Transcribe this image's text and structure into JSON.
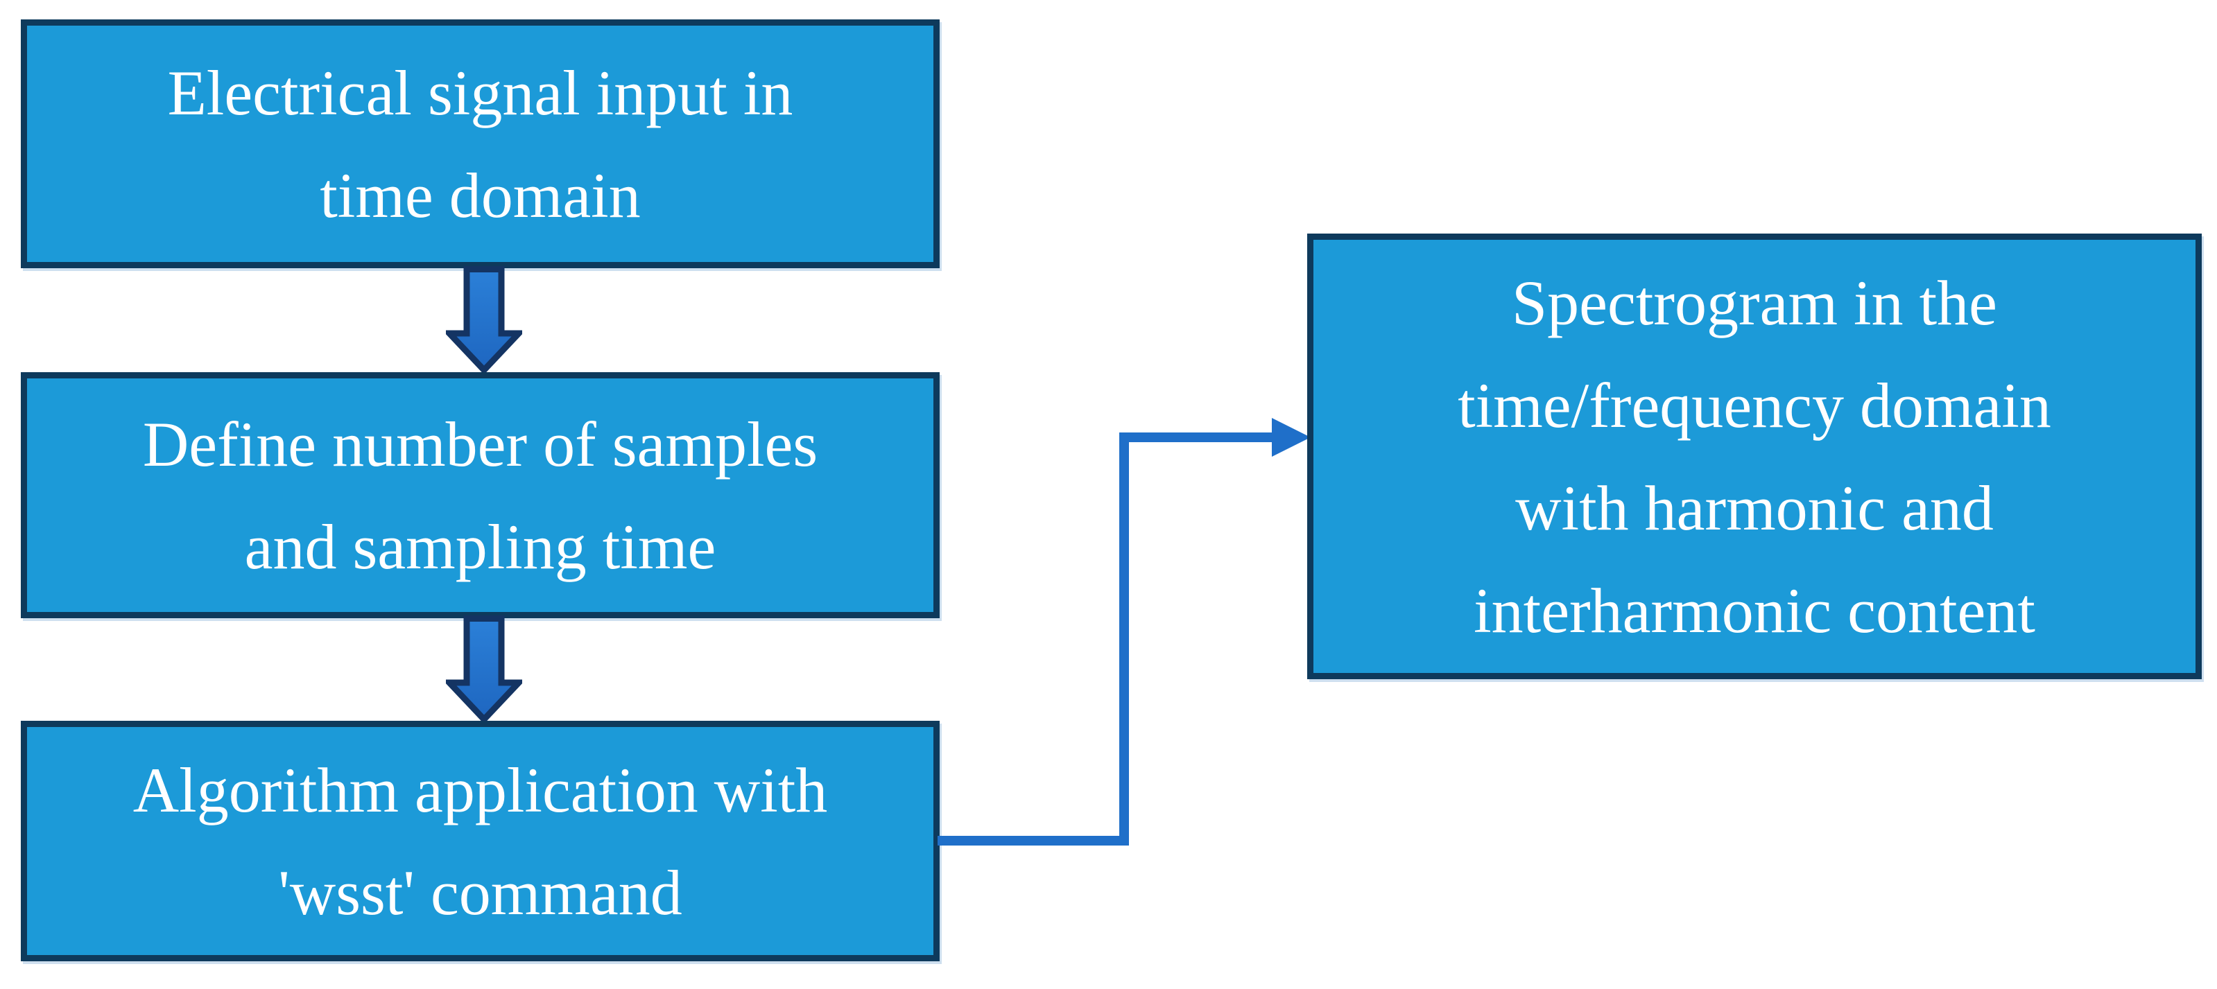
{
  "colors": {
    "box-fill": "#1c9ad8",
    "box-border": "#0e3a5c",
    "arrow-fill-top": "#2b80d8",
    "arrow-fill-bottom": "#1e66c0",
    "arrow-border": "#143463",
    "connector": "#1f6fc9",
    "text": "#ffffff"
  },
  "boxes": [
    {
      "name": "input-box",
      "lines": [
        "Electrical signal input in",
        "time domain"
      ]
    },
    {
      "name": "samples-box",
      "lines": [
        "Define number of samples",
        "and sampling time"
      ]
    },
    {
      "name": "algorithm-box",
      "lines": [
        "Algorithm application with",
        "'wsst' command"
      ]
    },
    {
      "name": "spectrogram-box",
      "lines": [
        "Spectrogram in the",
        "time/frequency domain",
        "with harmonic and",
        "interharmonic content"
      ]
    }
  ]
}
